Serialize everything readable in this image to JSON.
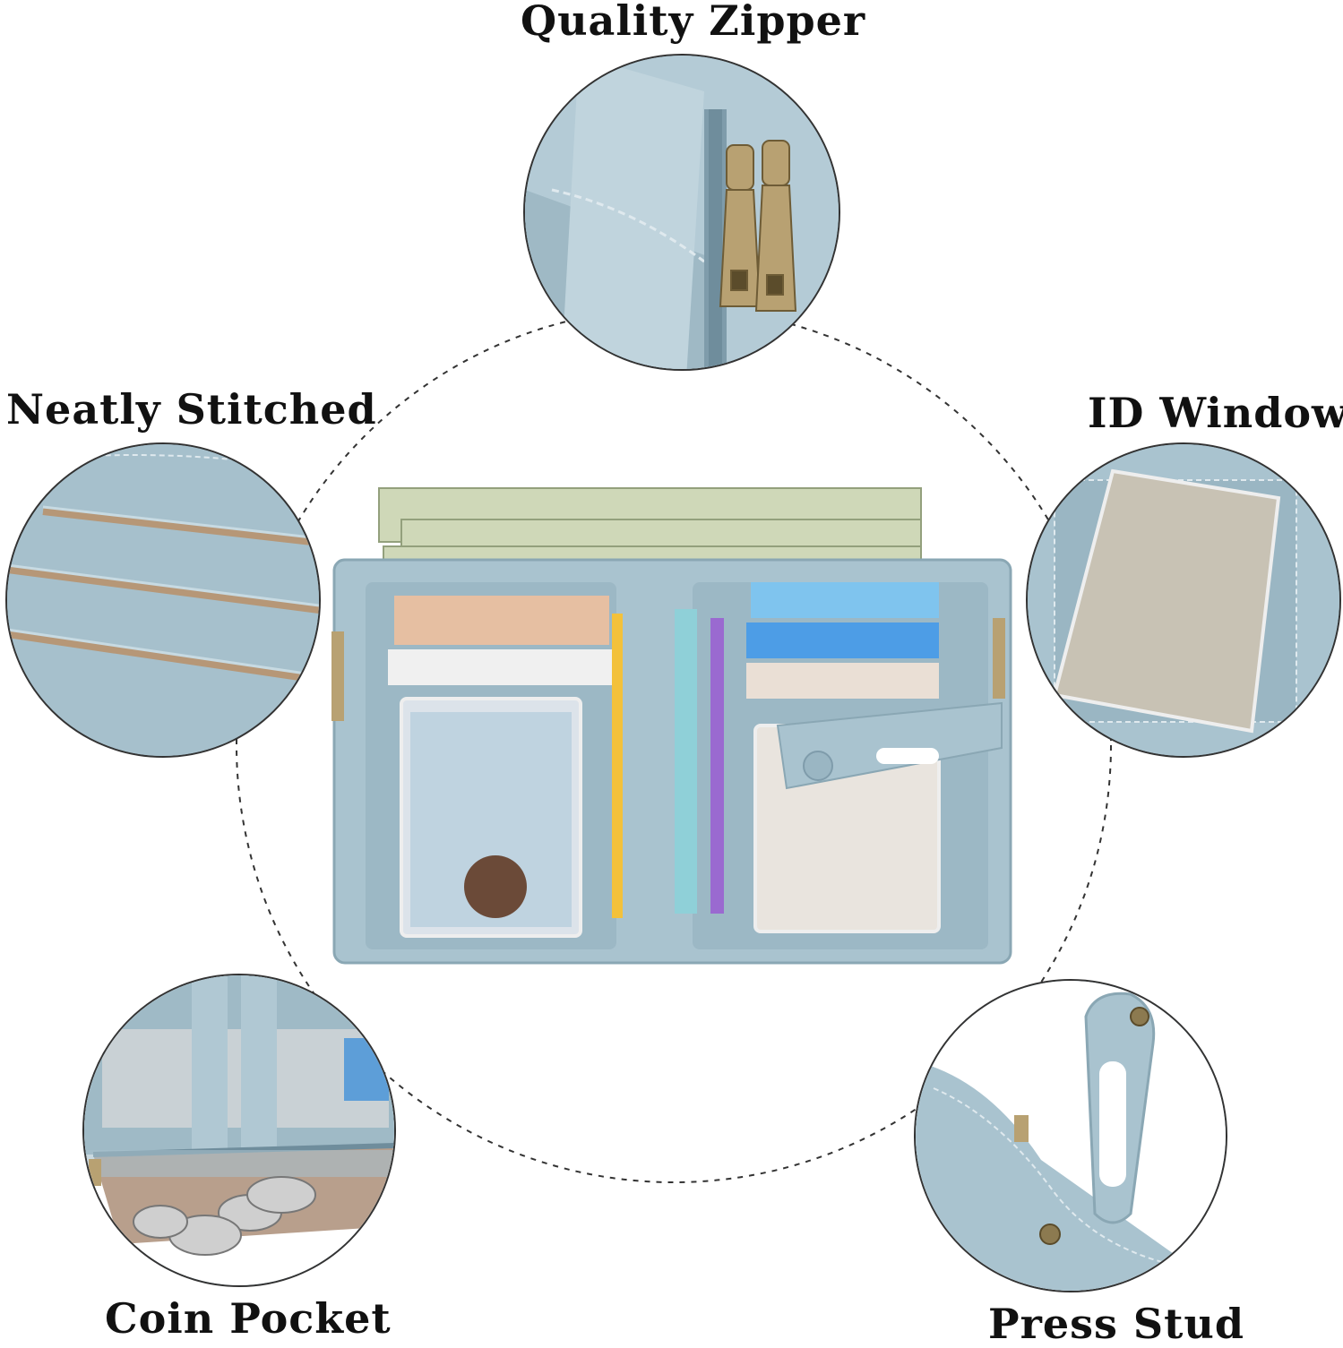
{
  "labels": {
    "quality_zipper": "Quality Zipper",
    "neatly_stitched": "Neatly Stitched",
    "id_window": "ID Window",
    "coin_pocket": "Coin Pocket",
    "press_stud": "Press Stud"
  },
  "colors": {
    "leather_blue": "#a9c3cf",
    "leather_dark": "#8aa7b4",
    "zipper_brass": "#b8a172",
    "money_green": "#cfd8b8"
  }
}
